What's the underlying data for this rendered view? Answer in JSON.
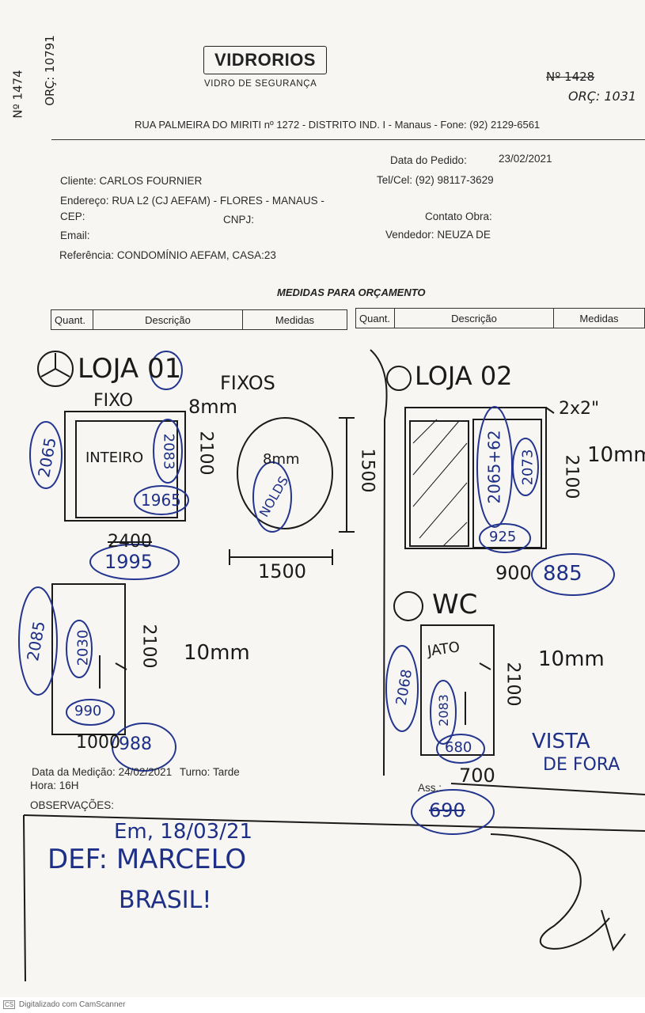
{
  "company": {
    "logo_text": "VIDRORIOS",
    "tagline": "VIDRO DE SEGURANÇA",
    "address": "RUA PALMEIRA DO MIRITI nº 1272 - DISTRITO IND. I - Manaus - Fone: (92) 2129-6561"
  },
  "margin_notes": {
    "left_number": "Nº 1474",
    "left_orc": "ORÇ: 10791",
    "right_number": "Nº 1428",
    "right_orc": "ORÇ: 1031"
  },
  "order": {
    "data_pedido_label": "Data do Pedido:",
    "data_pedido_value": "23/02/2021",
    "cliente_label": "Cliente:",
    "cliente_value": "CARLOS FOURNIER",
    "tel_label": "Tel/Cel:",
    "tel_value": "(92) 98117-3629",
    "endereco_label": "Endereço:",
    "endereco_value": "RUA L2 (CJ AEFAM) - FLORES - MANAUS -",
    "cep_label": "CEP:",
    "cnpj_label": "CNPJ:",
    "contato_label": "Contato Obra:",
    "email_label": "Email:",
    "vendedor_label": "Vendedor:",
    "vendedor_value": "NEUZA DE",
    "referencia_label": "Referência:",
    "referencia_value": "CONDOMÍNIO AEFAM, CASA:23"
  },
  "section_title": "MEDIDAS PARA ORÇAMENTO",
  "table_headers": [
    "Quant.",
    "Descrição",
    "Medidas",
    "Quant.",
    "Descrição",
    "Medidas"
  ],
  "sketch": {
    "loja01": "LOJA 01",
    "fixo": "FIXO",
    "fixos": "FIXOS",
    "mm8": "8mm",
    "inteiro": "INTEIRO",
    "d2100a": "2100",
    "d2065": "2065",
    "d2083": "2083",
    "d1965": "1965",
    "d2400": "2400",
    "d1995": "1995",
    "mm8b": "8mm",
    "nolds": "NOLDS",
    "d1500v": "1500",
    "d1500h": "1500",
    "loja02": "LOJA 02",
    "d2x2": "2x2\"",
    "d2065_62": "2065+62",
    "d2073": "2073",
    "d2100b": "2100",
    "mm10a": "10mm",
    "d925": "925",
    "d900": "900",
    "d885": "885",
    "d2085": "2085",
    "d2030": "2030",
    "d2100c": "2100",
    "mm10b": "10mm",
    "d990": "990",
    "d1000": "1000",
    "d988": "988",
    "wc": "WC",
    "jato": "JATO",
    "d2068": "2068",
    "d2083b": "2083",
    "d2100d": "2100",
    "mm10c": "10mm",
    "d680": "680",
    "d700": "700",
    "vista": "VISTA",
    "de_fora": "DE FORA",
    "d690": "690"
  },
  "medicao": {
    "data_label": "Data da Medição:",
    "data_value": "24/02/2021",
    "turno_label": "Turno:",
    "turno_value": "Tarde",
    "hora_label": "Hora:",
    "hora_value": "16H",
    "ass_label": "Ass.:"
  },
  "observacoes": {
    "label": "OBSERVAÇÕES:",
    "em_date": "Em, 18/03/21",
    "def": "DEF: MARCELO",
    "brasil": "BRASIL!"
  },
  "footer": {
    "scanner_text": "Digitalizado com CamScanner"
  }
}
